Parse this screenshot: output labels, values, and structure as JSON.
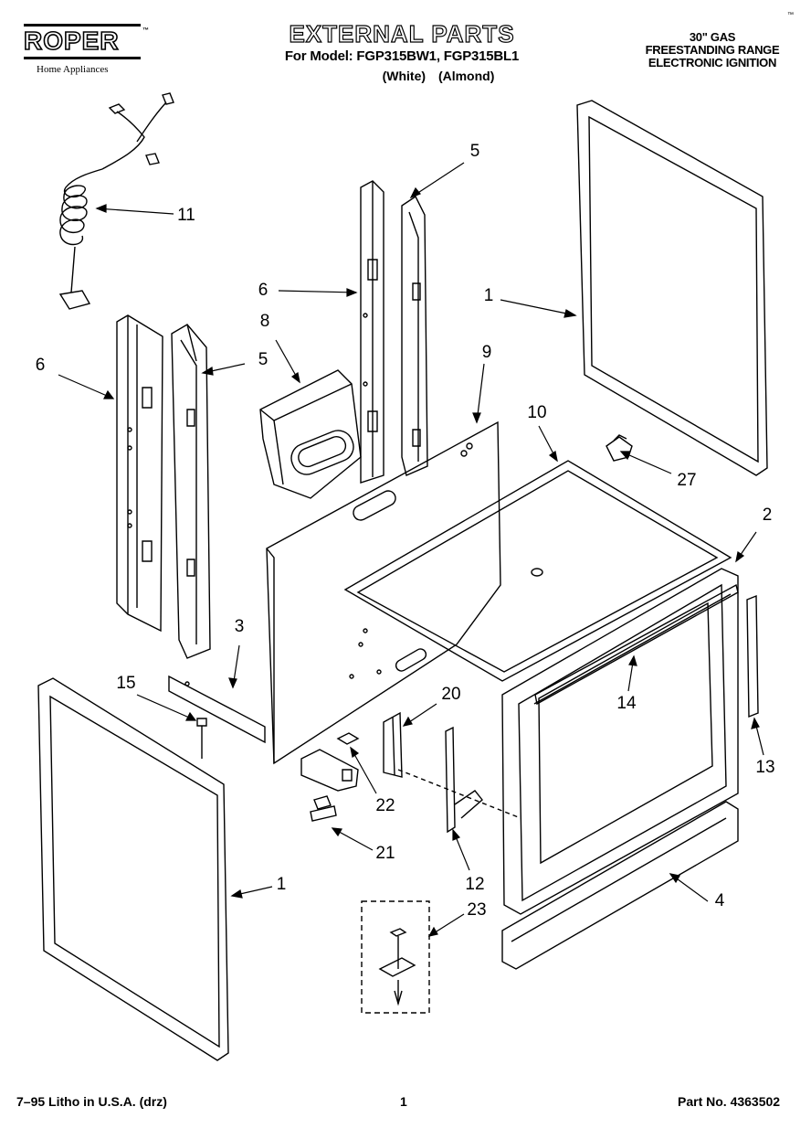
{
  "header": {
    "brand": "ROPER",
    "brand_tm": "™",
    "brand_sub": "Home Appliances",
    "title": "EXTERNAL PARTS",
    "model_line": "For Model: FGP315BW1, FGP315BL1",
    "color_white": "(White)",
    "color_almond": "(Almond)",
    "desc_line1": "30\" GAS",
    "desc_line2": "FREESTANDING RANGE",
    "desc_line3": "ELECTRONIC IGNITION",
    "corner_mark": "™"
  },
  "callouts": [
    "11",
    "5",
    "6",
    "1",
    "8",
    "9",
    "6",
    "5",
    "10",
    "27",
    "2",
    "3",
    "15",
    "20",
    "14",
    "13",
    "22",
    "21",
    "12",
    "1",
    "23",
    "4"
  ],
  "footer": {
    "left": "7–95 Litho in U.S.A. (drz)",
    "page": "1",
    "part_no": "Part No. 4363502"
  }
}
